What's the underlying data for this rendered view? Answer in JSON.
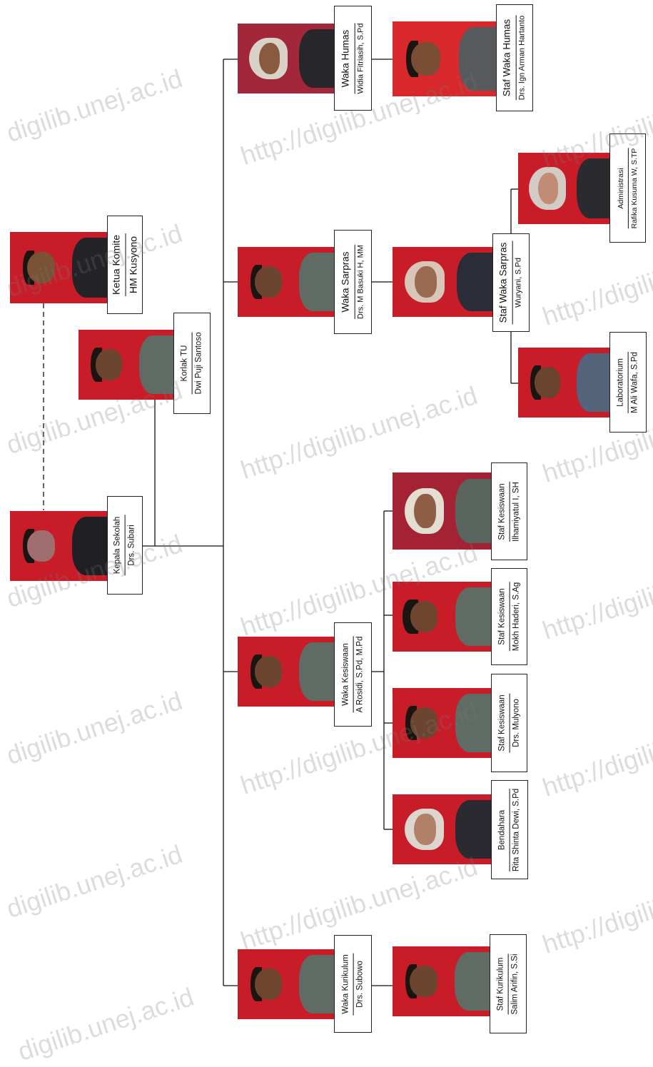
{
  "watermark": {
    "repo_text": "digilib.unej.ac.id",
    "url_text": "http://digilib.unej.ac.id"
  },
  "nodes": {
    "komite": {
      "role": "Ketua Komite",
      "name": "HM Kusyono"
    },
    "kepala": {
      "role": "Kepala Sekolah",
      "name": "Drs. Subari"
    },
    "korlak_tu": {
      "role": "Korlak TU",
      "name": "Dwi Puji Santoso"
    },
    "waka_humas": {
      "role": "Waka Humas",
      "name": "Widia Fitriasih, S.Pd"
    },
    "staf_waka_humas": {
      "role": "Staf Waka Humas",
      "name": "Drs. Ign Arman Hartanto"
    },
    "waka_sarpras": {
      "role": "Waka Sarpras",
      "name": "Drs. M Basuki H, MM"
    },
    "staf_waka_sarpras": {
      "role": "Staf Waka Sarpras",
      "name": "Wuryani, S.Pd"
    },
    "administrasi": {
      "role": "Administrasi",
      "name": "Rafika Kusuma W, S.TP"
    },
    "laboratorium": {
      "role": "Laboratorium",
      "name": "M Ali Wafa, S.Pd"
    },
    "waka_kesiswaan": {
      "role": "Waka Kesiswaan",
      "name": "A Rosidi, S.Pd, M.Pd"
    },
    "staf_kesiswaan_1": {
      "role": "Staf Kesiswaan",
      "name": "Ilhamiyatul I, SH"
    },
    "staf_kesiswaan_2": {
      "role": "Staf Kesiswaan",
      "name": "Mokh Haderi, S.Ag"
    },
    "staf_kesiswaan_3": {
      "role": "Staf Kesiswaan",
      "name": "Drs. Mulyono"
    },
    "bendahara": {
      "role": "Bendahara",
      "name": "Rita Shinta Dewi, S.Pd"
    },
    "waka_kurikulum": {
      "role": "Waka Kurikulum",
      "name": "Drs. Subowo"
    },
    "staf_kurikulum": {
      "role": "Staf Kurikulum",
      "name": "Salim Arifin, S.Si"
    }
  },
  "colors": {
    "photo_background": "#c81d28",
    "uniform_grey": "#5f6b63",
    "uniform_dark": "#26262b",
    "line": "#111111"
  }
}
